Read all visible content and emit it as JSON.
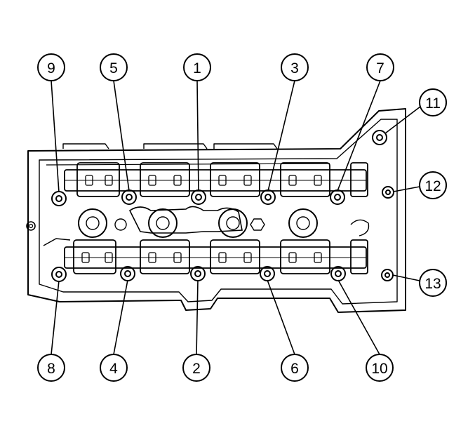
{
  "diagram": {
    "subject": "cylinder head bolt tightening sequence",
    "colors": {
      "line": "#000000",
      "background": "#ffffff"
    },
    "callouts": [
      {
        "id": "c1",
        "label": "1"
      },
      {
        "id": "c2",
        "label": "2"
      },
      {
        "id": "c3",
        "label": "3"
      },
      {
        "id": "c4",
        "label": "4"
      },
      {
        "id": "c5",
        "label": "5"
      },
      {
        "id": "c6",
        "label": "6"
      },
      {
        "id": "c7",
        "label": "7"
      },
      {
        "id": "c8",
        "label": "8"
      },
      {
        "id": "c9",
        "label": "9"
      },
      {
        "id": "c10",
        "label": "10"
      },
      {
        "id": "c11",
        "label": "11"
      },
      {
        "id": "c12",
        "label": "12"
      },
      {
        "id": "c13",
        "label": "13"
      }
    ]
  }
}
